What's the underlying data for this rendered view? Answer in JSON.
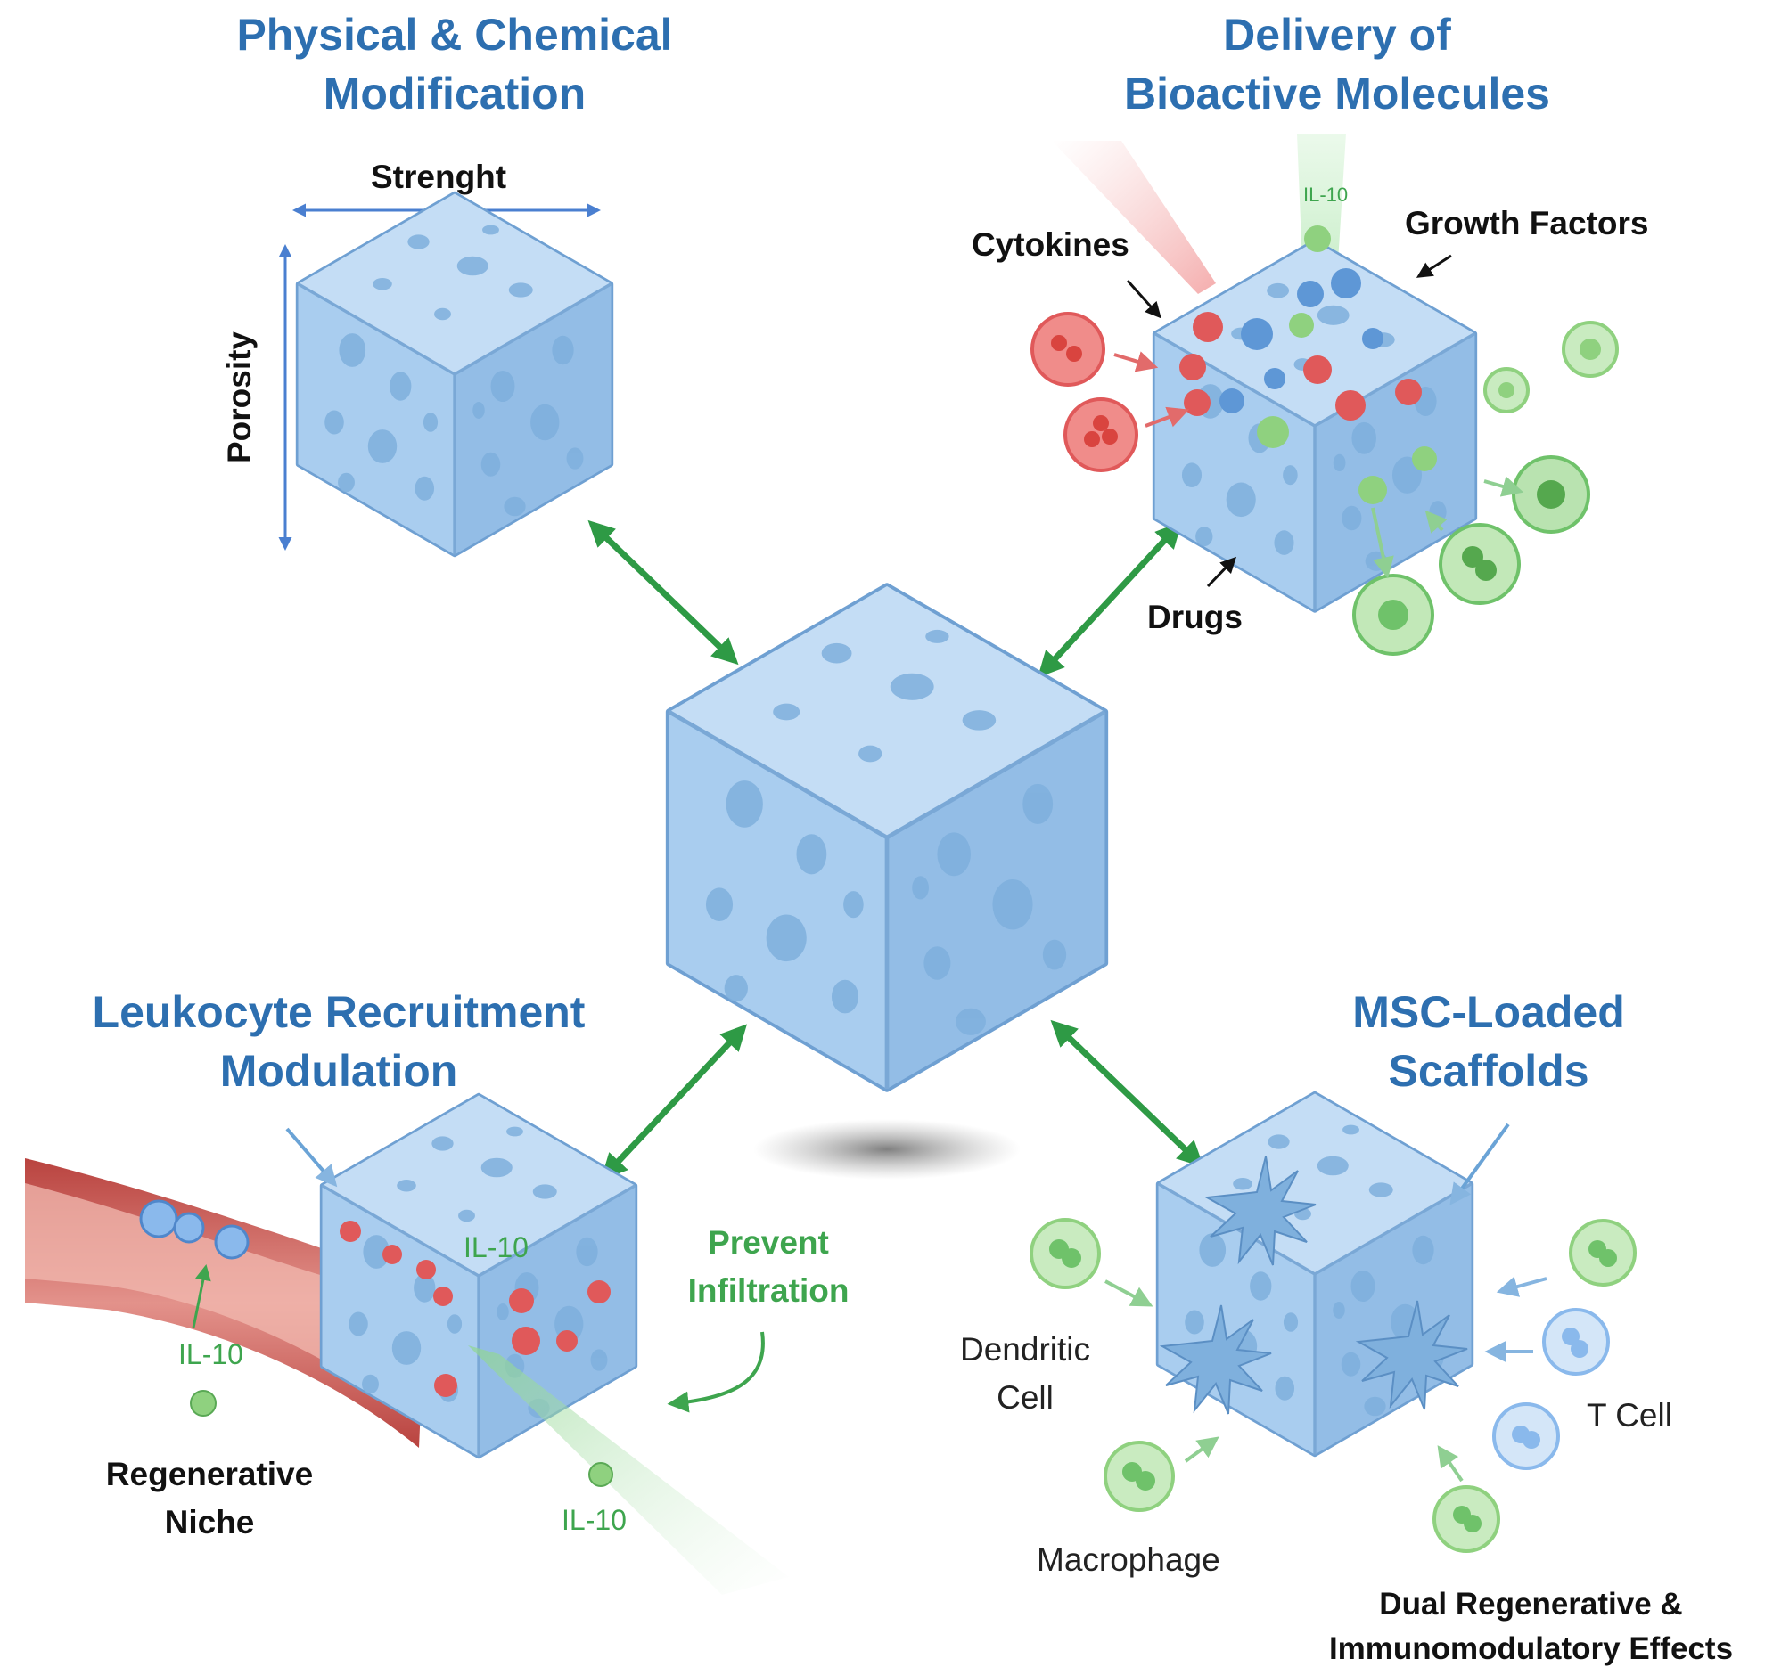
{
  "colors": {
    "heading": "#2d6fb0",
    "scaffold": "#a9cdef",
    "scaffold_edge": "#6fa0d2",
    "connector": "#2e9a45",
    "cytokine": "#e0595a",
    "growth": "#8fd17f",
    "tcell": "#8ab9ec",
    "vessel": "#c9504b",
    "il10": "#3ea54e"
  },
  "headings": {
    "physical": [
      "Physical & Chemical",
      "Modification"
    ],
    "delivery": [
      "Delivery of",
      "Bioactive Molecules"
    ],
    "leukocyte": [
      "Leukocyte Recruitment",
      "Modulation"
    ],
    "msc": [
      "MSC-Loaded",
      "Scaffolds"
    ]
  },
  "physical": {
    "strength_label": "Strenght",
    "porosity_label": "Porosity"
  },
  "delivery": {
    "il10_label": "IL-10",
    "cytokines_label": "Cytokines",
    "growth_factors_label": "Growth Factors",
    "drugs_label": "Drugs"
  },
  "leukocyte": {
    "il10_cube_label": "IL-10",
    "il10_vessel_label": "IL-10",
    "il10_bottom_label": "IL-10",
    "prevent_label": [
      "Prevent",
      "Infiltration"
    ],
    "niche_label": [
      "Regenerative",
      "Niche"
    ]
  },
  "msc": {
    "dendritic_label": [
      "Dendritic",
      "Cell"
    ],
    "tcell_label": "T Cell",
    "macrophage_label": "Macrophage",
    "effects_label": [
      "Dual Regenerative &",
      "Immunomodulatory Effects"
    ]
  }
}
